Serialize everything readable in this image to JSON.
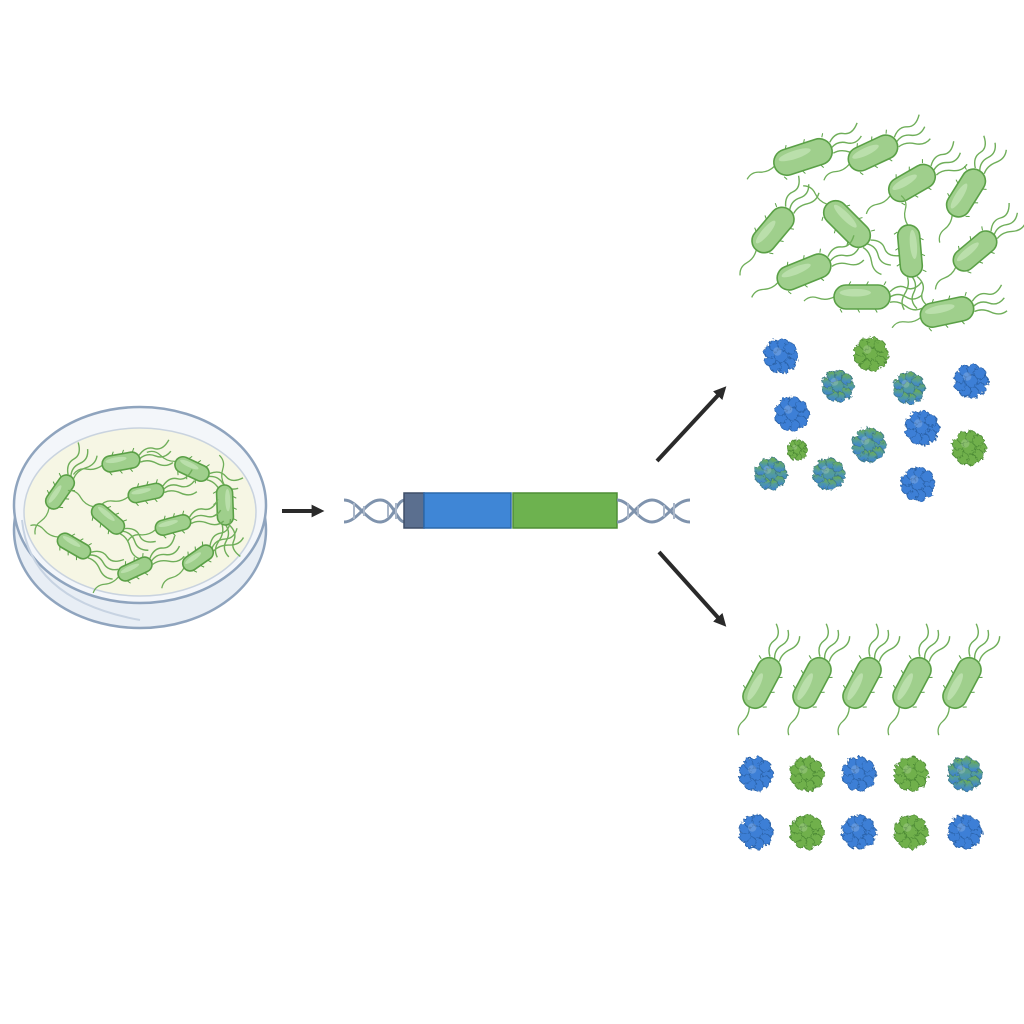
{
  "colors": {
    "background": "#ffffff",
    "bacteria_fill": "#9fcf8c",
    "bacteria_stroke": "#5aa046",
    "flagella": "#6fae59",
    "dish_rim": "#8fa4be",
    "dish_glass": "#e8eef5",
    "agar": "#f6f6e4",
    "promoter": "#5b6f8f",
    "gene_blue": "#3f86d6",
    "gene_green": "#6db24f",
    "dna_strand": "#7f93ad",
    "arrow": "#2a2a2a",
    "protein_blue": "#3d7fd6",
    "protein_green": "#6fb04c"
  },
  "icons": {
    "dish": "petri-dish-icon",
    "construct": "dna-construct-icon",
    "cell": "bacterium-icon",
    "protein": "protein-aggregate-icon"
  },
  "protein_types": [
    "blue",
    "green",
    "mixed"
  ]
}
